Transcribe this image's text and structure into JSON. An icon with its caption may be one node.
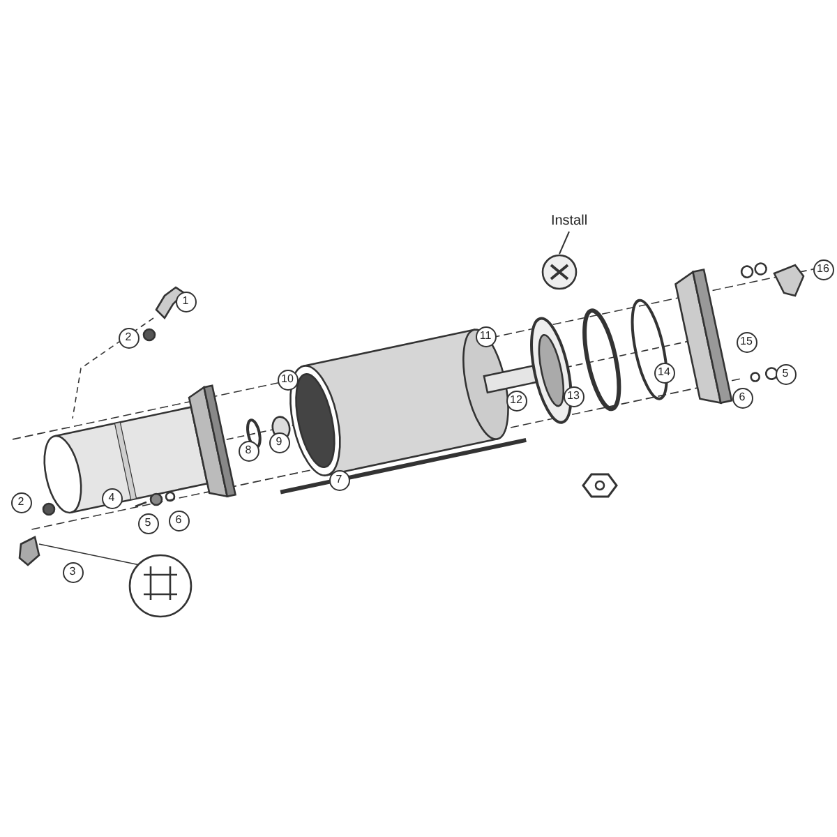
{
  "diagram": {
    "nodes": [
      {
        "text": [
          "Install"
        ]
      },
      {
        "text": [],
        "shape": "picture"
      }
    ],
    "edges": [
      {
        "from": 0,
        "to": 1,
        "arrow": "none"
      }
    ],
    "labels": [
      "16",
      "1",
      "2",
      "11",
      "15",
      "10",
      "14",
      "5",
      "12",
      "13",
      "6",
      "9",
      "8",
      "7",
      "2",
      "4",
      "5",
      "6",
      "3"
    ]
  }
}
